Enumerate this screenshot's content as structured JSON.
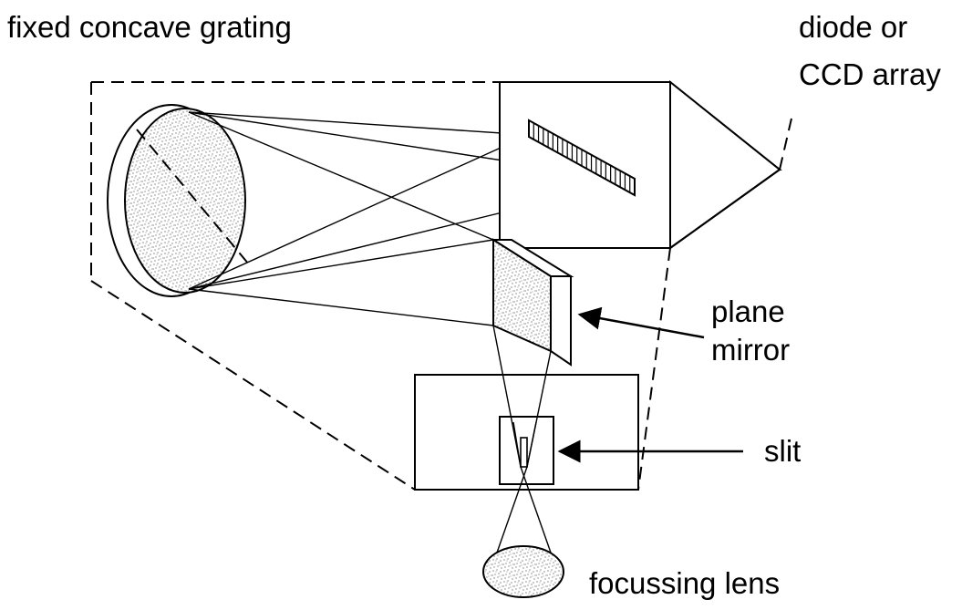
{
  "diagram": {
    "labels": {
      "grating": "fixed concave grating",
      "detector_line1": "diode or",
      "detector_line2": "CCD array",
      "mirror_line1": "plane",
      "mirror_line2": "mirror",
      "slit": "slit",
      "lens": "focussing lens"
    },
    "colors": {
      "ink": "#000000",
      "background": "#ffffff"
    }
  }
}
